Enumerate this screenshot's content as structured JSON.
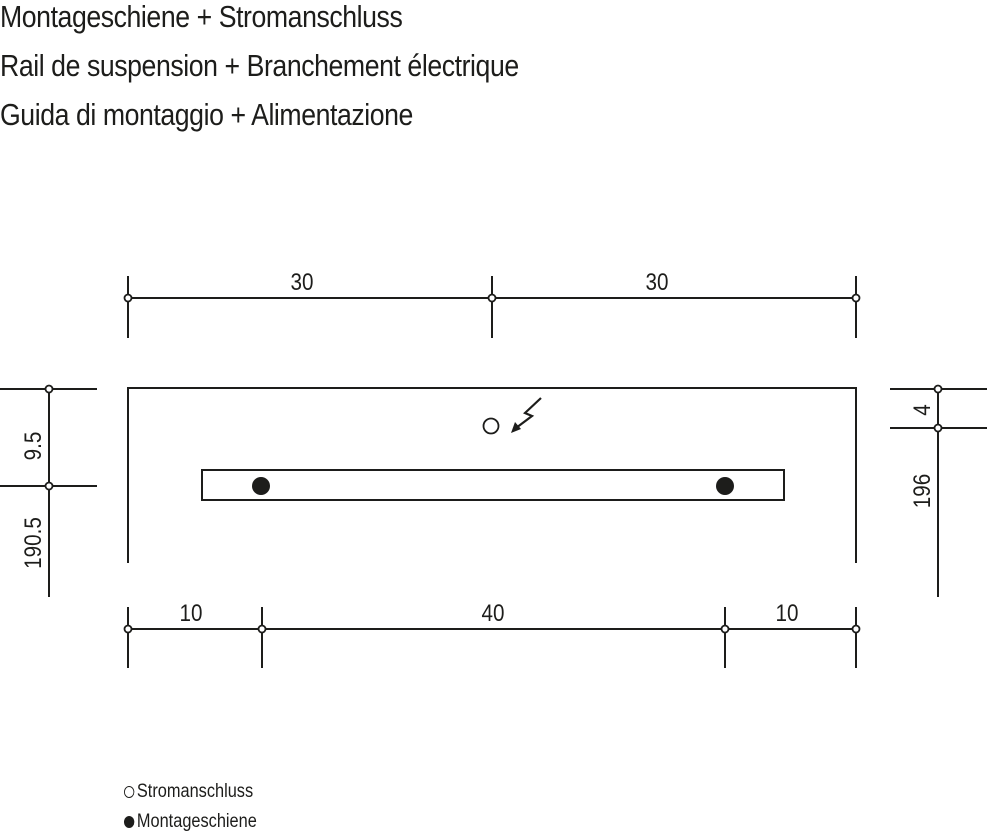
{
  "titles": {
    "de": "Montageschiene + Stromanschluss",
    "fr": "Rail de suspension + Branchement électrique",
    "it": "Guida di montaggio + Alimentazione"
  },
  "dimensions": {
    "top_left": "30",
    "top_right": "30",
    "bottom_left": "10",
    "bottom_middle": "40",
    "bottom_right": "10",
    "left_upper": "9.5",
    "left_lower": "190.5",
    "right_upper": "4",
    "right_lower": "196"
  },
  "legend": {
    "open_circle_label": "Stromanschluss",
    "filled_circle_label": "Montageschiene"
  },
  "icons": {
    "power": "lightning-bolt-icon",
    "open": "open-circle-icon",
    "filled": "filled-circle-icon"
  }
}
